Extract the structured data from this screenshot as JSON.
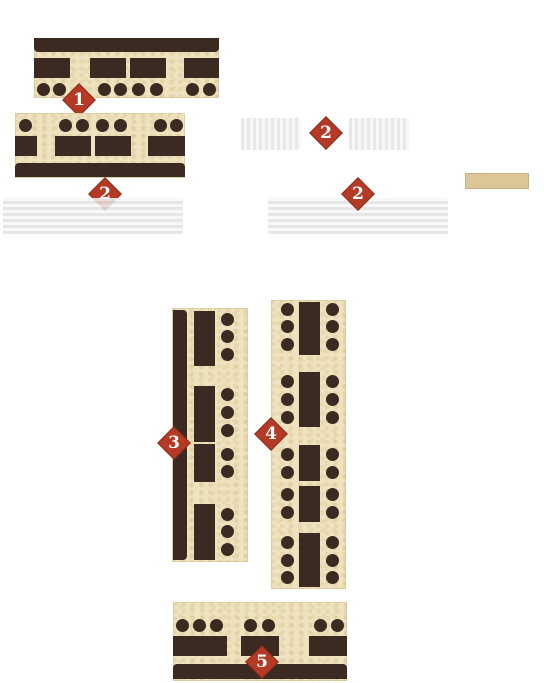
{
  "markers": {
    "m1": "1",
    "m2a": "2",
    "m2b": "2",
    "m2c": "2",
    "m3": "3",
    "m4": "4",
    "m5": "5"
  },
  "colors": {
    "parchment": "#efe3bf",
    "furniture": "#3b2a22",
    "marker": "#b53a25",
    "swatch": "#dcc596"
  }
}
